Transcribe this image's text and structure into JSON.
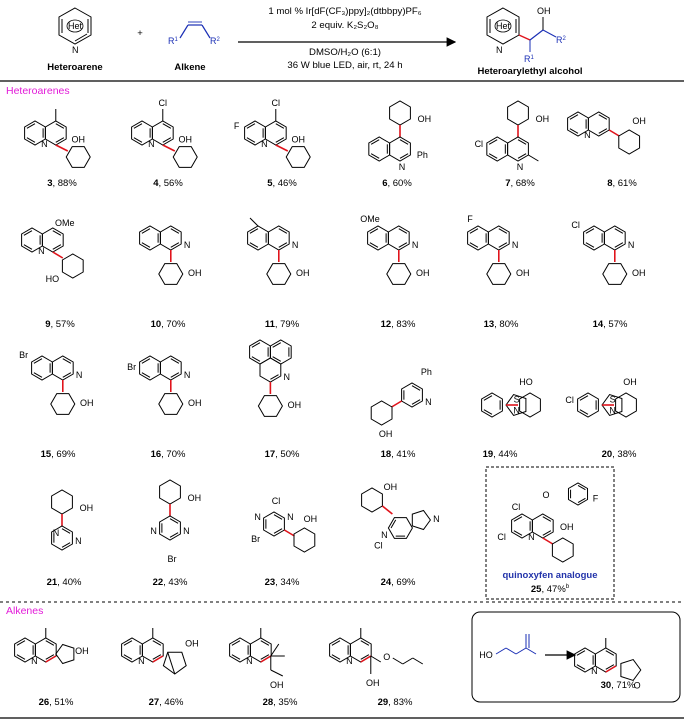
{
  "scheme": {
    "reagents_line1": "1 mol % Ir[dF(CF₃)ppy]₂(dtbbpy)PF₆",
    "reagents_line2": "2 equiv. K₂S₂O₈",
    "conditions_line1": "DMSO/H₂O (6:1)",
    "conditions_line2": "36 W blue LED, air, rt, 24 h",
    "heteroarene_label": "Heteroarene",
    "alkene_label": "Alkene",
    "product_label": "Heteroarylethyl alcohol",
    "het_badge": "Het",
    "plus": "+",
    "r1": "R",
    "r1_sup": "1",
    "r2": "R",
    "r2_sup": "2",
    "oh": "OH"
  },
  "sections": {
    "heteroarenes": "Heteroarenes",
    "alkenes": "Alkenes"
  },
  "compounds": [
    {
      "num": "3",
      "yield": ", 88%"
    },
    {
      "num": "4",
      "yield": ", 56%"
    },
    {
      "num": "5",
      "yield": ", 46%"
    },
    {
      "num": "6",
      "yield": ", 60%"
    },
    {
      "num": "7",
      "yield": ", 68%"
    },
    {
      "num": "8",
      "yield": ", 61%"
    },
    {
      "num": "9",
      "yield": ", 57%"
    },
    {
      "num": "10",
      "yield": ", 70%"
    },
    {
      "num": "11",
      "yield": ", 79%"
    },
    {
      "num": "12",
      "yield": ", 83%"
    },
    {
      "num": "13",
      "yield": ", 80%"
    },
    {
      "num": "14",
      "yield": ", 57%"
    },
    {
      "num": "15",
      "yield": ", 69%"
    },
    {
      "num": "16",
      "yield": ", 70%"
    },
    {
      "num": "17",
      "yield": ", 50%"
    },
    {
      "num": "18",
      "yield": ", 41%"
    },
    {
      "num": "19",
      "yield": ", 44%"
    },
    {
      "num": "20",
      "yield": ", 38%"
    },
    {
      "num": "21",
      "yield": ", 40%"
    },
    {
      "num": "22",
      "yield": ", 43%"
    },
    {
      "num": "23",
      "yield": ", 34%"
    },
    {
      "num": "24",
      "yield": ", 69%"
    },
    {
      "num": "25",
      "yield": ", 47%",
      "sup": "b"
    },
    {
      "num": "26",
      "yield": ", 51%"
    },
    {
      "num": "27",
      "yield": ", 46%"
    },
    {
      "num": "28",
      "yield": ", 35%"
    },
    {
      "num": "29",
      "yield": ", 83%"
    },
    {
      "num": "30",
      "yield": ", 71%"
    }
  ],
  "quinoxyfen_label": "quinoxyfen analogue",
  "atoms": {
    "N": "N",
    "OH": "OH",
    "HO": "HO",
    "Cl": "Cl",
    "F": "F",
    "Br": "Br",
    "Ph": "Ph",
    "OMe": "OMe",
    "O": "O",
    "S": "S"
  },
  "colors": {
    "section_label": "#e21ad8",
    "new_bond": "#e0131b",
    "alkene_part": "#1a2fb5",
    "quinoxyfen_text": "#2233aa"
  }
}
